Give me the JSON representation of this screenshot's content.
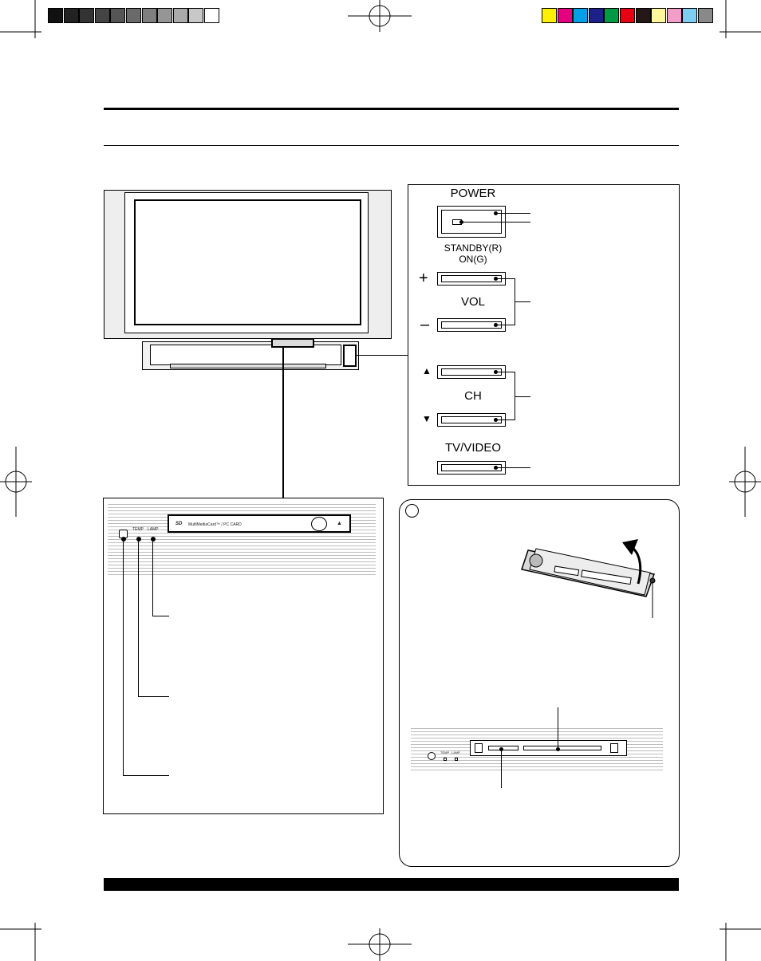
{
  "registration": {
    "gray_swatches": [
      "#111111",
      "#222222",
      "#333333",
      "#444444",
      "#555555",
      "#6a6a6a",
      "#7f7f7f",
      "#959595",
      "#aaaaaa",
      "#c8c8c8",
      "#ffffff"
    ],
    "color_swatches": [
      "#ffef00",
      "#e4007f",
      "#00a0e9",
      "#1d2088",
      "#009944",
      "#e60012",
      "#231815",
      "#fff799",
      "#f29ec8",
      "#7ecef4",
      "#898989"
    ]
  },
  "control_panel": {
    "power_label": "POWER",
    "standby_label": "STANDBY(R)",
    "on_label": "ON(G)",
    "vol_plus": "+",
    "vol_label": "VOL",
    "vol_minus": "–",
    "ch_up": "▲",
    "ch_label": "CH",
    "ch_down": "▼",
    "tvvideo_label": "TV/VIDEO"
  },
  "front_panel": {
    "card_slot_label": "MultiMediaCard™ / PC CARD",
    "temp_label": "TEMP",
    "lamp_label": "LAMP",
    "eject_glyph": "▲"
  },
  "slot_detail": {
    "temp_label": "TEMP",
    "lamp_label": "LAMP"
  }
}
